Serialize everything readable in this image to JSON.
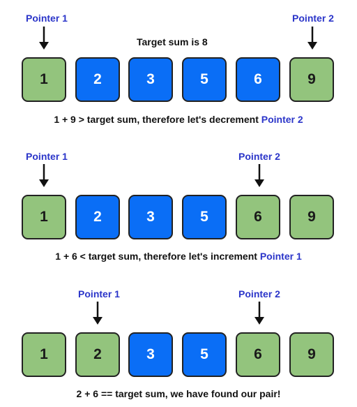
{
  "colors": {
    "green": "#93c47d",
    "blue": "#0a6ef6",
    "pointer_text": "#2b35c9",
    "border": "#222222"
  },
  "pointer_labels": {
    "p1": "Pointer 1",
    "p2": "Pointer 2"
  },
  "target_label": "Target sum is 8",
  "steps": [
    {
      "values": [
        "1",
        "2",
        "3",
        "5",
        "6",
        "9"
      ],
      "highlight": [
        true,
        false,
        false,
        false,
        false,
        true
      ],
      "pointer1_index": 0,
      "pointer2_index": 5,
      "caption_text": "1 + 9 > target sum, therefore let's decrement ",
      "caption_highlight": "Pointer 2"
    },
    {
      "values": [
        "1",
        "2",
        "3",
        "5",
        "6",
        "9"
      ],
      "highlight": [
        true,
        false,
        false,
        false,
        true,
        true
      ],
      "pointer1_index": 0,
      "pointer2_index": 4,
      "caption_text": "1 + 6 < target sum, therefore let's increment ",
      "caption_highlight": "Pointer 1"
    },
    {
      "values": [
        "1",
        "2",
        "3",
        "5",
        "6",
        "9"
      ],
      "highlight": [
        true,
        true,
        false,
        false,
        true,
        true
      ],
      "pointer1_index": 1,
      "pointer2_index": 4,
      "caption_text": "2 + 6 == target sum, we have found our pair!",
      "caption_highlight": ""
    }
  ]
}
